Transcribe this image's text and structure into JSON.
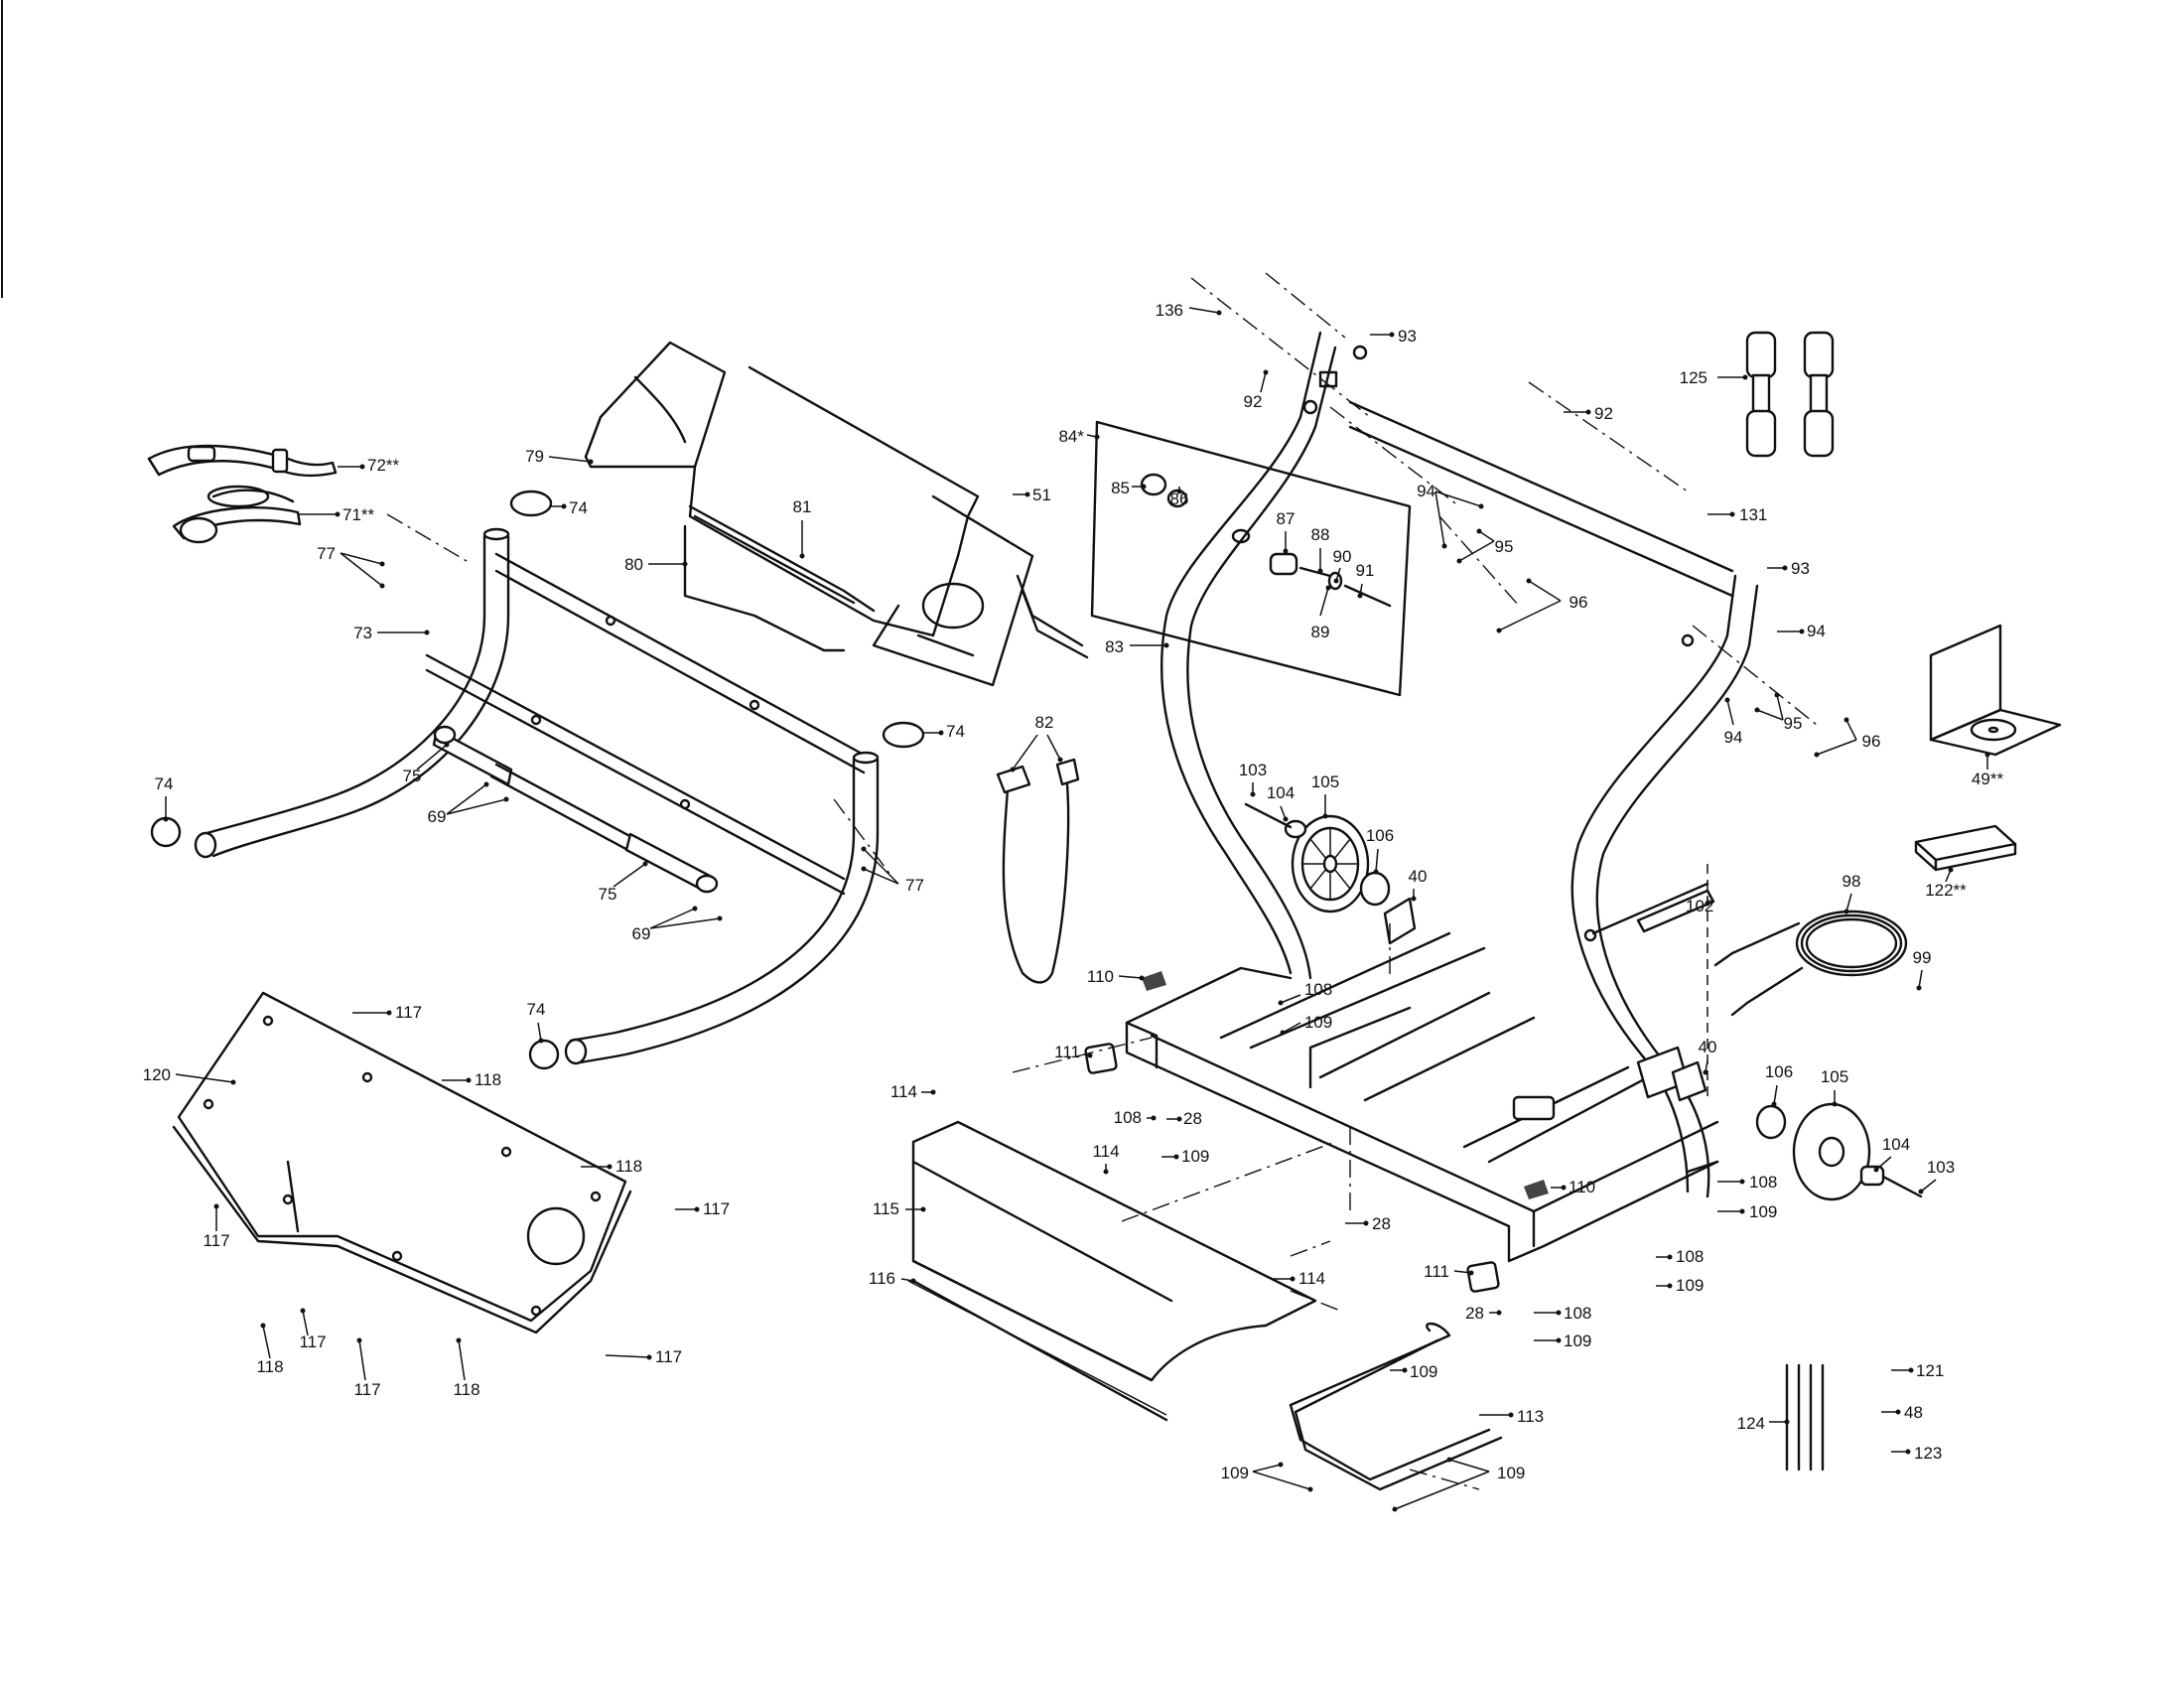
{
  "figure": {
    "kind": "exploded parts diagram",
    "callouts": [
      {
        "id": "c136",
        "label": "136"
      },
      {
        "id": "c92a",
        "label": "92"
      },
      {
        "id": "c93a",
        "label": "93"
      },
      {
        "id": "c92b",
        "label": "92"
      },
      {
        "id": "c125",
        "label": "125"
      },
      {
        "id": "c84",
        "label": "84*"
      },
      {
        "id": "c85",
        "label": "85"
      },
      {
        "id": "c86",
        "label": "86"
      },
      {
        "id": "c87",
        "label": "87"
      },
      {
        "id": "c88",
        "label": "88"
      },
      {
        "id": "c90",
        "label": "90"
      },
      {
        "id": "c91",
        "label": "91"
      },
      {
        "id": "c89",
        "label": "89"
      },
      {
        "id": "c94a",
        "label": "94"
      },
      {
        "id": "c95a",
        "label": "95"
      },
      {
        "id": "c96a",
        "label": "96"
      },
      {
        "id": "c131",
        "label": "131"
      },
      {
        "id": "c93b",
        "label": "93"
      },
      {
        "id": "c94b",
        "label": "94"
      },
      {
        "id": "c94c",
        "label": "94"
      },
      {
        "id": "c95b",
        "label": "95"
      },
      {
        "id": "c96b",
        "label": "96"
      },
      {
        "id": "c49",
        "label": "49**"
      },
      {
        "id": "c122",
        "label": "122**"
      },
      {
        "id": "c72",
        "label": "72**"
      },
      {
        "id": "c71",
        "label": "71**"
      },
      {
        "id": "c79",
        "label": "79"
      },
      {
        "id": "c74a",
        "label": "74"
      },
      {
        "id": "c51",
        "label": "51"
      },
      {
        "id": "c81",
        "label": "81"
      },
      {
        "id": "c77a",
        "label": "77"
      },
      {
        "id": "c80",
        "label": "80"
      },
      {
        "id": "c73",
        "label": "73"
      },
      {
        "id": "c83",
        "label": "83"
      },
      {
        "id": "c74b",
        "label": "74"
      },
      {
        "id": "c82",
        "label": "82"
      },
      {
        "id": "c75a",
        "label": "75"
      },
      {
        "id": "c69a",
        "label": "69"
      },
      {
        "id": "c74c",
        "label": "74"
      },
      {
        "id": "c77b",
        "label": "77"
      },
      {
        "id": "c75b",
        "label": "75"
      },
      {
        "id": "c69b",
        "label": "69"
      },
      {
        "id": "c74d",
        "label": "74"
      },
      {
        "id": "c103a",
        "label": "103"
      },
      {
        "id": "c104a",
        "label": "104"
      },
      {
        "id": "c105a",
        "label": "105"
      },
      {
        "id": "c106a",
        "label": "106"
      },
      {
        "id": "c40a",
        "label": "40"
      },
      {
        "id": "c102",
        "label": "102"
      },
      {
        "id": "c98",
        "label": "98"
      },
      {
        "id": "c99",
        "label": "99"
      },
      {
        "id": "c110a",
        "label": "110"
      },
      {
        "id": "c108a",
        "label": "108"
      },
      {
        "id": "c109a",
        "label": "109"
      },
      {
        "id": "c111a",
        "label": "111"
      },
      {
        "id": "c117a",
        "label": "117"
      },
      {
        "id": "c120",
        "label": "120"
      },
      {
        "id": "c118a",
        "label": "118"
      },
      {
        "id": "c118b",
        "label": "118"
      },
      {
        "id": "c117b",
        "label": "117"
      },
      {
        "id": "c117c",
        "label": "117"
      },
      {
        "id": "c118c",
        "label": "118"
      },
      {
        "id": "c117d",
        "label": "117"
      },
      {
        "id": "c117e",
        "label": "117"
      },
      {
        "id": "c118d",
        "label": "118"
      },
      {
        "id": "c117f",
        "label": "117"
      },
      {
        "id": "c114a",
        "label": "114"
      },
      {
        "id": "c108b",
        "label": "108"
      },
      {
        "id": "c28a",
        "label": "28"
      },
      {
        "id": "c109b",
        "label": "109"
      },
      {
        "id": "c114b",
        "label": "114"
      },
      {
        "id": "c115",
        "label": "115"
      },
      {
        "id": "c40b",
        "label": "40"
      },
      {
        "id": "c106b",
        "label": "106"
      },
      {
        "id": "c105b",
        "label": "105"
      },
      {
        "id": "c104b",
        "label": "104"
      },
      {
        "id": "c103b",
        "label": "103"
      },
      {
        "id": "c108c",
        "label": "108"
      },
      {
        "id": "c109c",
        "label": "109"
      },
      {
        "id": "c110b",
        "label": "110"
      },
      {
        "id": "c28b",
        "label": "28"
      },
      {
        "id": "c108d",
        "label": "108"
      },
      {
        "id": "c109d",
        "label": "109"
      },
      {
        "id": "c116",
        "label": "116"
      },
      {
        "id": "c114c",
        "label": "114"
      },
      {
        "id": "c111b",
        "label": "111"
      },
      {
        "id": "c28c",
        "label": "28"
      },
      {
        "id": "c108e",
        "label": "108"
      },
      {
        "id": "c109e",
        "label": "109"
      },
      {
        "id": "c109f",
        "label": "109"
      },
      {
        "id": "c113",
        "label": "113"
      },
      {
        "id": "c109g",
        "label": "109"
      },
      {
        "id": "c109h",
        "label": "109"
      },
      {
        "id": "c121",
        "label": "121"
      },
      {
        "id": "c48",
        "label": "48"
      },
      {
        "id": "c124",
        "label": "124"
      },
      {
        "id": "c123",
        "label": "123"
      }
    ]
  }
}
